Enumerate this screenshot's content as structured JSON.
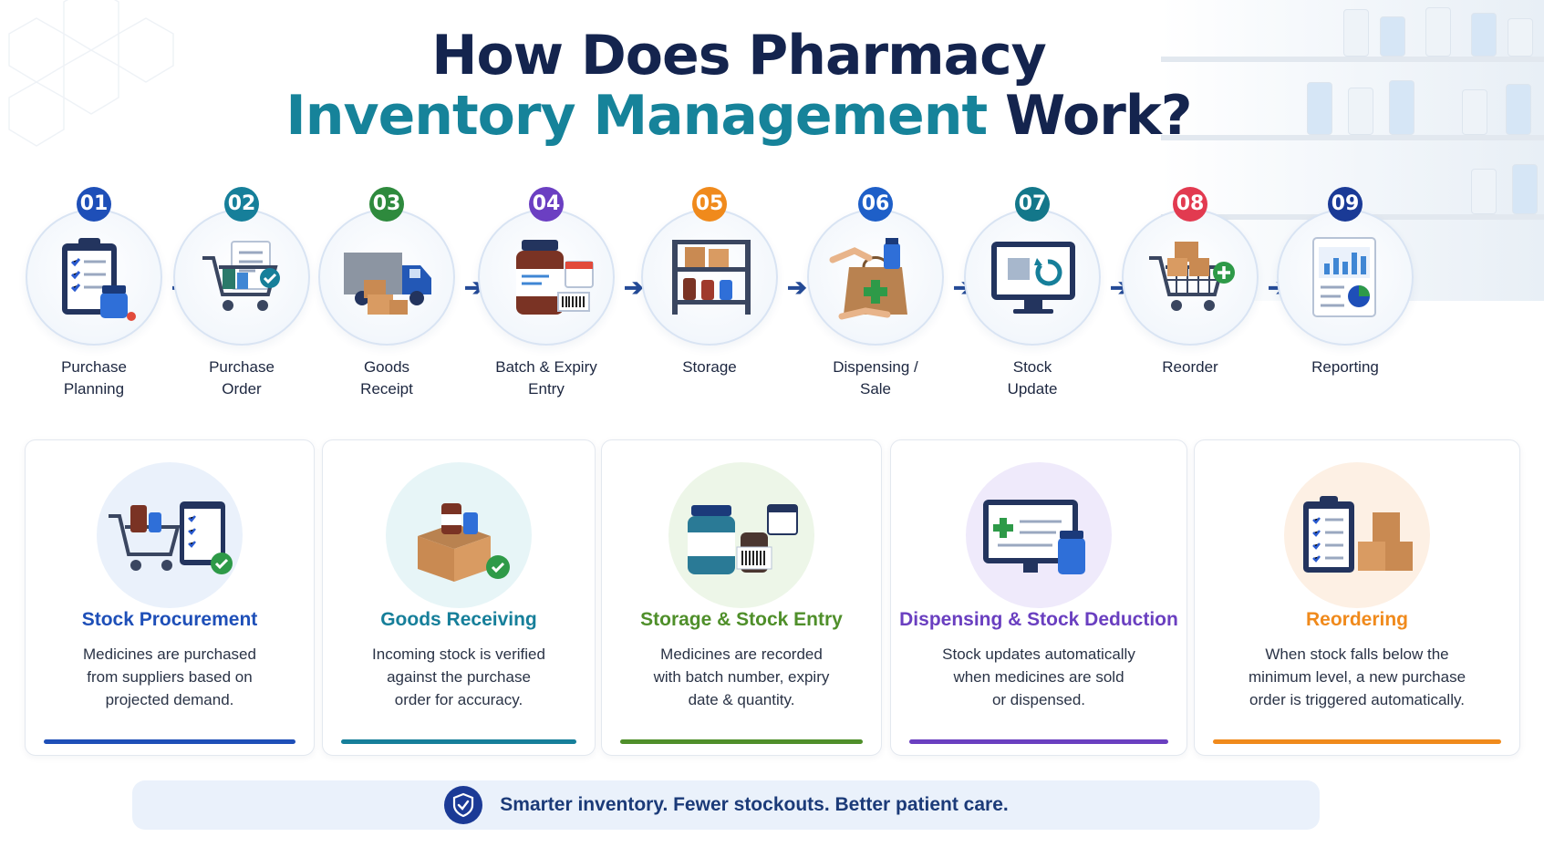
{
  "title": {
    "line1": "How Does Pharmacy",
    "line2_accent": "Inventory Management",
    "line2_rest": "Work?"
  },
  "steps": [
    {
      "num": "01",
      "label": "Purchase\nPlanning",
      "color": "#1e4fb8",
      "icon": "clipboard-checklist-icon"
    },
    {
      "num": "02",
      "label": "Purchase\nOrder",
      "color": "#167f9a",
      "icon": "shopping-cart-icon"
    },
    {
      "num": "03",
      "label": "Goods\nReceipt",
      "color": "#2e8a3d",
      "icon": "delivery-truck-icon"
    },
    {
      "num": "04",
      "label": "Batch & Expiry\nEntry",
      "color": "#6b3fc2",
      "icon": "medicine-bottle-icon"
    },
    {
      "num": "05",
      "label": "Storage",
      "color": "#f08a1c",
      "icon": "storage-shelf-icon"
    },
    {
      "num": "06",
      "label": "Dispensing /\nSale",
      "color": "#1e5fc8",
      "icon": "pharmacy-bag-icon"
    },
    {
      "num": "07",
      "label": "Stock\nUpdate",
      "color": "#13778a",
      "icon": "monitor-sync-icon"
    },
    {
      "num": "08",
      "label": "Reorder",
      "color": "#e23a50",
      "icon": "cart-add-icon"
    },
    {
      "num": "09",
      "label": "Reporting",
      "color": "#1a3a96",
      "icon": "report-chart-icon"
    }
  ],
  "cards": [
    {
      "title": "Stock Procurement",
      "desc": "Medicines are purchased\nfrom suppliers based on\nprojected demand.",
      "color": "#1e4fb8",
      "icon": "cart-clipboard-icon"
    },
    {
      "title": "Goods Receiving",
      "desc": "Incoming stock is verified\nagainst the purchase\norder for accuracy.",
      "color": "#167f9a",
      "icon": "open-box-icon"
    },
    {
      "title": "Storage & Stock Entry",
      "desc": "Medicines are recorded\nwith batch number, expiry\ndate & quantity.",
      "color": "#4f8f2a",
      "icon": "bottles-calendar-icon"
    },
    {
      "title": "Dispensing & Stock Deduction",
      "desc": "Stock updates automatically\nwhen medicines are sold\nor dispensed.",
      "color": "#6a3fc0",
      "icon": "monitor-medicine-icon"
    },
    {
      "title": "Reordering",
      "desc": "When stock falls below the\nminimum level, a new purchase\norder is triggered automatically.",
      "color": "#f08a1c",
      "icon": "clipboard-boxes-icon"
    }
  ],
  "footer": {
    "text": "Smarter inventory. Fewer stockouts. Better patient care.",
    "icon": "shield-check-icon"
  }
}
